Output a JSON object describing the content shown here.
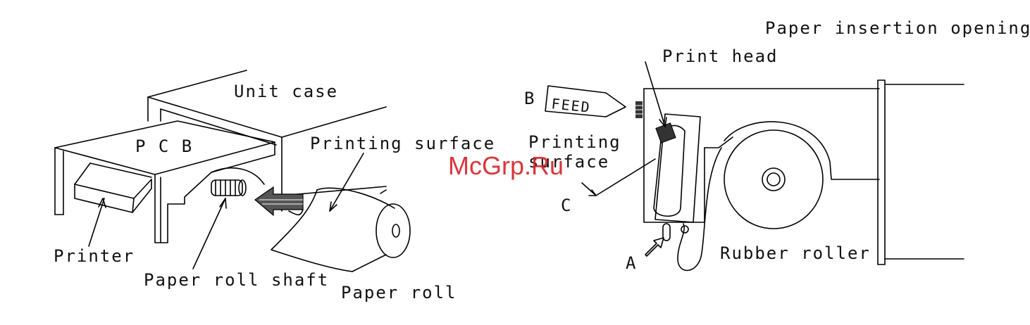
{
  "labels": {
    "unit_case": "Unit case",
    "pcb": "P C B",
    "printing_surface_left": "Printing surface",
    "printer": "Printer",
    "paper_roll_shaft": "Paper roll shaft",
    "paper_roll": "Paper roll",
    "paper_insertion_opening": "Paper insertion opening",
    "print_head": "Print head",
    "feed_button": "FEED",
    "marker_b": "B",
    "printing_surface_right_line1": "Printing",
    "printing_surface_right_line2": "surface",
    "marker_c": "C",
    "marker_a": "A",
    "rubber_roller": "Rubber roller"
  },
  "watermark": "McGrp.Ru",
  "colors": {
    "ink": "#000000",
    "watermark": "#d8242c",
    "background": "#ffffff"
  }
}
